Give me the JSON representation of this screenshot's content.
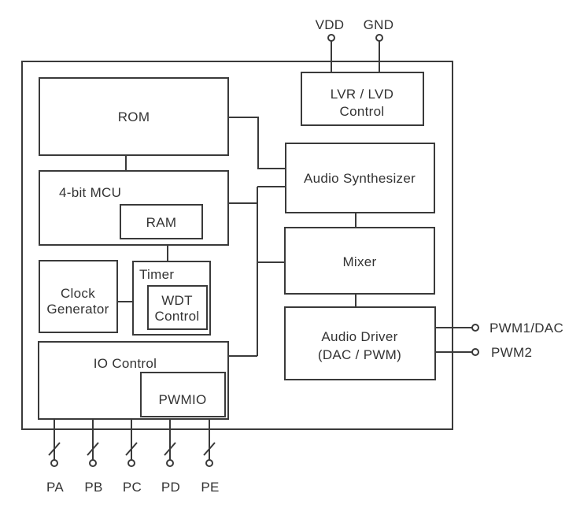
{
  "diagram": {
    "type": "block-diagram",
    "description": "Audio/voice 4-bit MCU chip functional block diagram",
    "blocks": {
      "rom": {
        "label": "ROM"
      },
      "mcu": {
        "label": "4-bit MCU"
      },
      "ram": {
        "label": "RAM"
      },
      "clock_generator": {
        "line1": "Clock",
        "line2": "Generator"
      },
      "timer": {
        "label": "Timer"
      },
      "wdt": {
        "line1": "WDT",
        "line2": "Control"
      },
      "io_control": {
        "label": "IO Control"
      },
      "pwmio": {
        "label": "PWMIO"
      },
      "lvr_lvd": {
        "line1": "LVR / LVD",
        "line2": "Control"
      },
      "audio_synthesizer": {
        "label": "Audio Synthesizer"
      },
      "mixer": {
        "label": "Mixer"
      },
      "audio_driver": {
        "line1": "Audio Driver",
        "line2": "(DAC / PWM)"
      }
    },
    "power_pins": [
      {
        "label": "VDD"
      },
      {
        "label": "GND"
      }
    ],
    "output_pins": [
      {
        "label": "PWM1/DAC"
      },
      {
        "label": "PWM2"
      }
    ],
    "io_ports": [
      {
        "label": "PA"
      },
      {
        "label": "PB"
      },
      {
        "label": "PC"
      },
      {
        "label": "PD"
      },
      {
        "label": "PE"
      }
    ],
    "colors": {
      "line": "#3a3a3a",
      "text": "#333333",
      "background": "#ffffff"
    }
  }
}
